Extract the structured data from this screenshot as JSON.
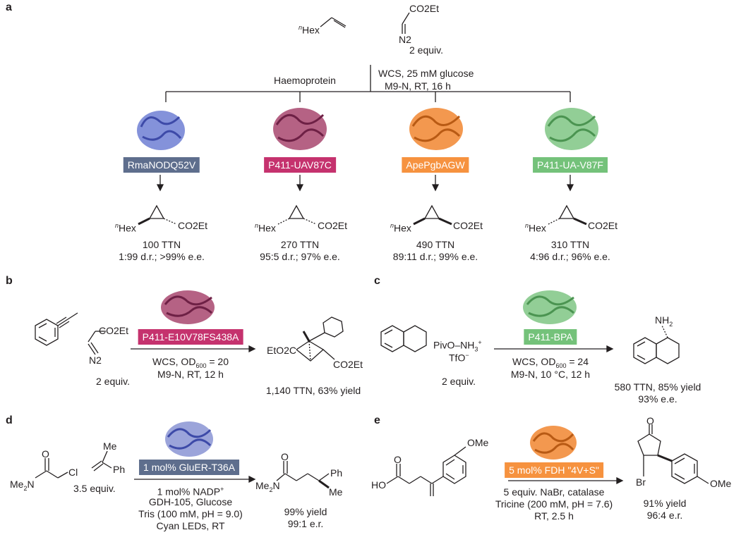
{
  "colors": {
    "rma": "#5e6e8d",
    "p411_uav87c": "#c5326e",
    "apepgb": "#f6923f",
    "p411_ua_v87f": "#74c27a",
    "p411_e10": "#c5326e",
    "p411_bpa": "#74c27a",
    "gluer": "#5e6e8d",
    "fdh": "#f6923f"
  },
  "panels": {
    "a": {
      "label": "a",
      "reagent_1": "Hex",
      "reagent_2": "CO2Et",
      "diazo": "N2",
      "equiv": "2 equiv.",
      "catalyst_label": "Haemoprotein",
      "cond_1": "WCS, 25 mM glucose",
      "cond_2": "M9-N, RT, 16 h",
      "enzymes": [
        {
          "name": "RmaNODQ52V",
          "color": "rma",
          "ttn": "100 TTN",
          "sel": "1:99 d.r.; >99% e.e."
        },
        {
          "name": "P411-UAV87C",
          "color": "p411_uav87c",
          "ttn": "270 TTN",
          "sel": "95:5 d.r.; 97% e.e."
        },
        {
          "name": "ApePgbAGW",
          "color": "apepgb",
          "ttn": "490 TTN",
          "sel": "89:11 d.r.; 99% e.e."
        },
        {
          "name": "P411-UA-V87F",
          "color": "p411_ua_v87f",
          "ttn": "310 TTN",
          "sel": "4:96 d.r.; 96% e.e."
        }
      ],
      "product_left": "Hex",
      "product_right": "CO2Et"
    },
    "b": {
      "label": "b",
      "enzyme": "P411-E10V78FS438A",
      "ester": "CO2Et",
      "diazo": "N2",
      "equiv": "2 equiv.",
      "cond_1": "WCS, OD600 = 20",
      "cond_2": "M9-N, RT, 12 h",
      "prod_left": "EtO2C",
      "prod_right": "CO2Et",
      "result": "1,140 TTN, 63% yield"
    },
    "c": {
      "label": "c",
      "enzyme": "P411-BPA",
      "reagent": "PivO–NH3+",
      "counter": "TfO−",
      "equiv": "2 equiv.",
      "cond_1": "WCS, OD600 = 24",
      "cond_2": "M9-N, 10 °C, 12 h",
      "amine": "NH2",
      "result_1": "580 TTN, 85% yield",
      "result_2": "93% e.e."
    },
    "d": {
      "label": "d",
      "enzyme": "1 mol% GluER-T36A",
      "amide_n": "Me2N",
      "cl": "Cl",
      "me": "Me",
      "ph": "Ph",
      "equiv": "3.5 equiv.",
      "cond_1": "1 mol% NADP+",
      "cond_2": "GDH-105, Glucose",
      "cond_3": "Tris (100 mM, pH = 9.0)",
      "cond_4": "Cyan LEDs, RT",
      "prod_n": "Me2N",
      "prod_ph": "Ph",
      "prod_me": "Me",
      "result_1": "99% yield",
      "result_2": "99:1 e.r."
    },
    "e": {
      "label": "e",
      "enzyme": "5 mol% FDH \"4V+S\"",
      "ho": "HO",
      "ome": "OMe",
      "cond_1": "5 equiv. NaBr, catalase",
      "cond_2": "Tricine (200 mM, pH = 7.6)",
      "cond_3": "RT, 2.5 h",
      "br": "Br",
      "prod_ome": "OMe",
      "result_1": "91% yield",
      "result_2": "96:4 e.r."
    }
  }
}
